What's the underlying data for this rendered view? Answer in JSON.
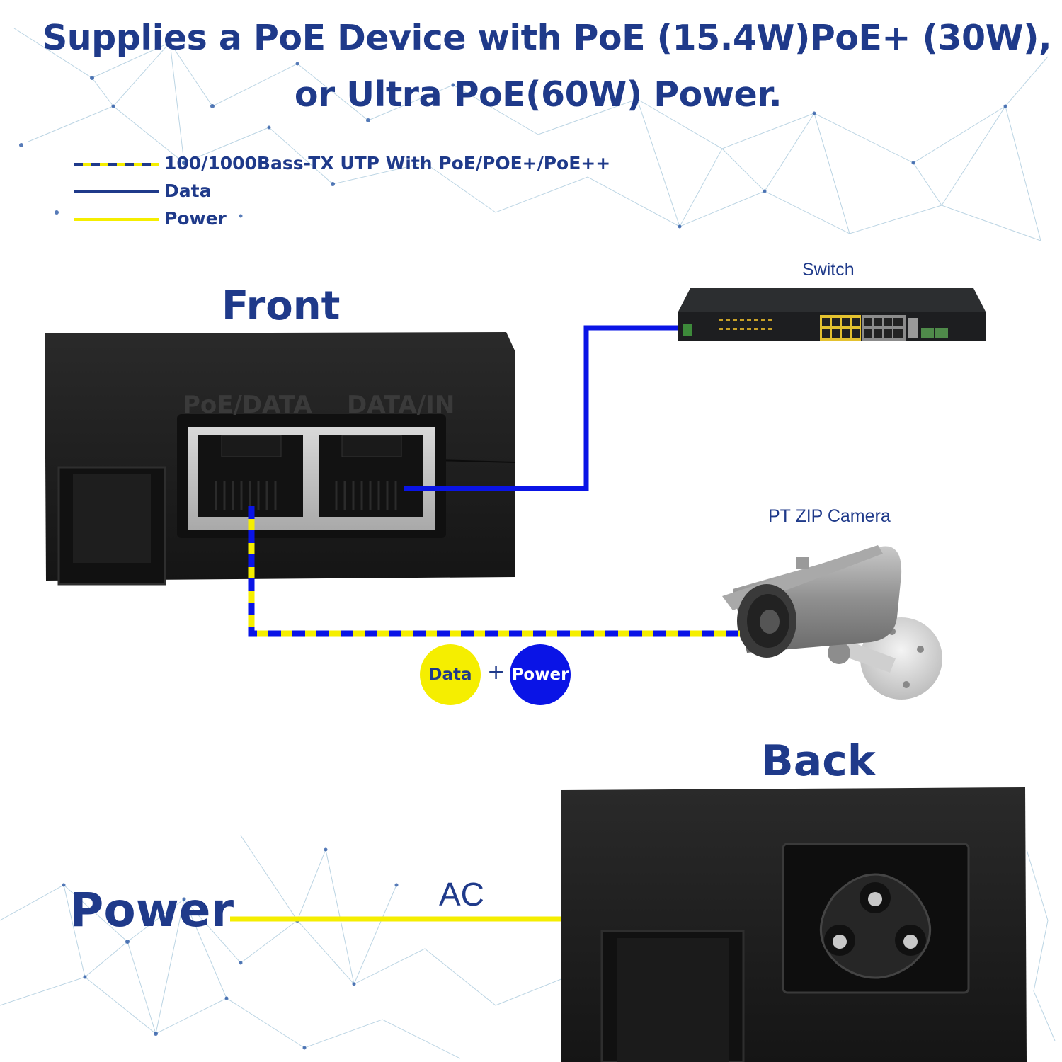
{
  "title": {
    "line1": "Supplies a PoE Device with PoE (15.4W)PoE+ (30W),",
    "line2": "or Ultra PoE(60W) Power."
  },
  "legend": {
    "utp": "100/1000Bass-TX UTP With PoE/POE+/PoE++",
    "data": "Data",
    "power": "Power"
  },
  "front": {
    "heading": "Front",
    "port_left": "PoE/DATA",
    "port_right": "DATA/IN"
  },
  "switch": {
    "label": "Switch"
  },
  "camera": {
    "label": "PT ZIP Camera"
  },
  "badges": {
    "data": "Data",
    "plus": "+",
    "power": "Power"
  },
  "back": {
    "heading": "Back"
  },
  "power_section": {
    "heading": "Power",
    "ac_label": "AC"
  },
  "colors": {
    "brand_blue": "#1f3a8a",
    "data_blue": "#0a14e6",
    "power_yellow": "#f5ee00",
    "device_black": "#1c1c1c"
  }
}
